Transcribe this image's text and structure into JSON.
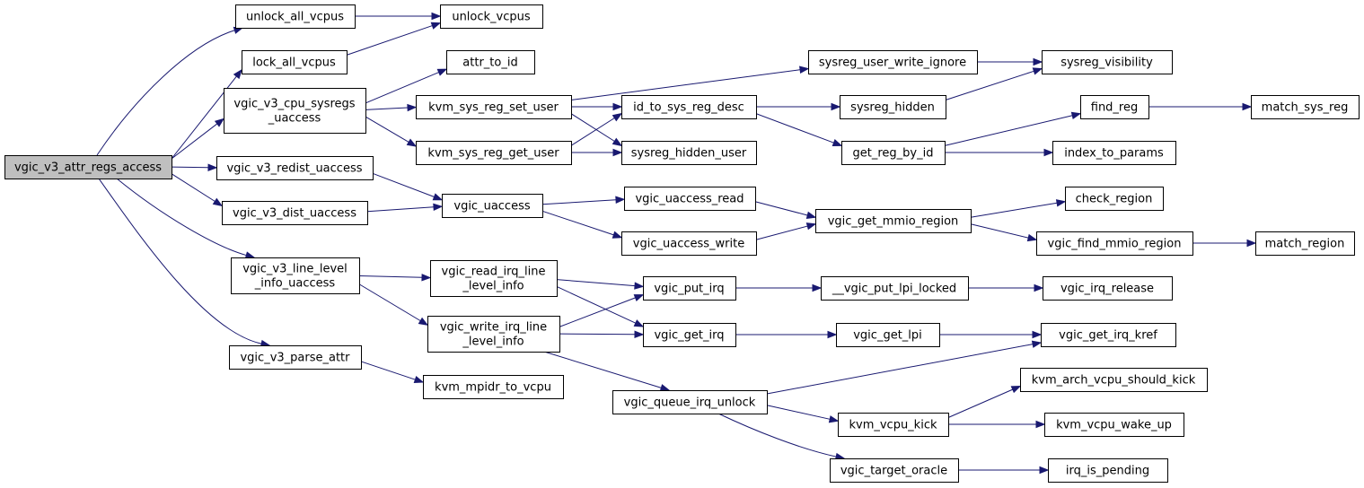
{
  "graph": {
    "edge_color": "#191970",
    "root_fill": "#bfbfbf",
    "node_fill": "#ffffff",
    "nodes": [
      {
        "id": "root",
        "lines": [
          "vgic_v3_attr_regs_access"
        ],
        "root": true
      },
      {
        "id": "unlock_all_vcpus",
        "lines": [
          "unlock_all_vcpus"
        ]
      },
      {
        "id": "unlock_vcpus",
        "lines": [
          "unlock_vcpus"
        ]
      },
      {
        "id": "lock_all_vcpus",
        "lines": [
          "lock_all_vcpus"
        ]
      },
      {
        "id": "attr_to_id",
        "lines": [
          "attr_to_id"
        ]
      },
      {
        "id": "cpu_sysregs",
        "lines": [
          "vgic_v3_cpu_sysregs",
          "_uaccess"
        ]
      },
      {
        "id": "kvm_sys_reg_set_user",
        "lines": [
          "kvm_sys_reg_set_user"
        ]
      },
      {
        "id": "kvm_sys_reg_get_user",
        "lines": [
          "kvm_sys_reg_get_user"
        ]
      },
      {
        "id": "sysreg_user_write_ignore",
        "lines": [
          "sysreg_user_write_ignore"
        ]
      },
      {
        "id": "sysreg_visibility",
        "lines": [
          "sysreg_visibility"
        ]
      },
      {
        "id": "id_to_sys_reg_desc",
        "lines": [
          "id_to_sys_reg_desc"
        ]
      },
      {
        "id": "sysreg_hidden",
        "lines": [
          "sysreg_hidden"
        ]
      },
      {
        "id": "find_reg",
        "lines": [
          "find_reg"
        ]
      },
      {
        "id": "match_sys_reg",
        "lines": [
          "match_sys_reg"
        ]
      },
      {
        "id": "sysreg_hidden_user",
        "lines": [
          "sysreg_hidden_user"
        ]
      },
      {
        "id": "get_reg_by_id",
        "lines": [
          "get_reg_by_id"
        ]
      },
      {
        "id": "index_to_params",
        "lines": [
          "index_to_params"
        ]
      },
      {
        "id": "redist_uaccess",
        "lines": [
          "vgic_v3_redist_uaccess"
        ]
      },
      {
        "id": "dist_uaccess",
        "lines": [
          "vgic_v3_dist_uaccess"
        ]
      },
      {
        "id": "vgic_uaccess",
        "lines": [
          "vgic_uaccess"
        ]
      },
      {
        "id": "vgic_uaccess_read",
        "lines": [
          "vgic_uaccess_read"
        ]
      },
      {
        "id": "vgic_uaccess_write",
        "lines": [
          "vgic_uaccess_write"
        ]
      },
      {
        "id": "vgic_get_mmio_region",
        "lines": [
          "vgic_get_mmio_region"
        ]
      },
      {
        "id": "check_region",
        "lines": [
          "check_region"
        ]
      },
      {
        "id": "vgic_find_mmio_region",
        "lines": [
          "vgic_find_mmio_region"
        ]
      },
      {
        "id": "match_region",
        "lines": [
          "match_region"
        ]
      },
      {
        "id": "line_level",
        "lines": [
          "vgic_v3_line_level",
          "_info_uaccess"
        ]
      },
      {
        "id": "read_irq_line",
        "lines": [
          "vgic_read_irq_line",
          "_level_info"
        ]
      },
      {
        "id": "write_irq_line",
        "lines": [
          "vgic_write_irq_line",
          "_level_info"
        ]
      },
      {
        "id": "vgic_put_irq",
        "lines": [
          "vgic_put_irq"
        ]
      },
      {
        "id": "put_lpi_locked",
        "lines": [
          "__vgic_put_lpi_locked"
        ]
      },
      {
        "id": "vgic_irq_release",
        "lines": [
          "vgic_irq_release"
        ]
      },
      {
        "id": "vgic_get_irq",
        "lines": [
          "vgic_get_irq"
        ]
      },
      {
        "id": "vgic_get_lpi",
        "lines": [
          "vgic_get_lpi"
        ]
      },
      {
        "id": "vgic_get_irq_kref",
        "lines": [
          "vgic_get_irq_kref"
        ]
      },
      {
        "id": "parse_attr",
        "lines": [
          "vgic_v3_parse_attr"
        ]
      },
      {
        "id": "kvm_mpidr_to_vcpu",
        "lines": [
          "kvm_mpidr_to_vcpu"
        ]
      },
      {
        "id": "queue_irq_unlock",
        "lines": [
          "vgic_queue_irq_unlock"
        ]
      },
      {
        "id": "kvm_arch_vcpu_should_kick",
        "lines": [
          "kvm_arch_vcpu_should_kick"
        ]
      },
      {
        "id": "kvm_vcpu_kick",
        "lines": [
          "kvm_vcpu_kick"
        ]
      },
      {
        "id": "kvm_vcpu_wake_up",
        "lines": [
          "kvm_vcpu_wake_up"
        ]
      },
      {
        "id": "vgic_target_oracle",
        "lines": [
          "vgic_target_oracle"
        ]
      },
      {
        "id": "irq_is_pending",
        "lines": [
          "irq_is_pending"
        ]
      }
    ],
    "edges": [
      [
        "root",
        "unlock_all_vcpus"
      ],
      [
        "root",
        "lock_all_vcpus"
      ],
      [
        "root",
        "cpu_sysregs"
      ],
      [
        "root",
        "redist_uaccess"
      ],
      [
        "root",
        "dist_uaccess"
      ],
      [
        "root",
        "line_level"
      ],
      [
        "root",
        "parse_attr"
      ],
      [
        "unlock_all_vcpus",
        "unlock_vcpus"
      ],
      [
        "lock_all_vcpus",
        "unlock_vcpus"
      ],
      [
        "cpu_sysregs",
        "attr_to_id"
      ],
      [
        "cpu_sysregs",
        "kvm_sys_reg_set_user"
      ],
      [
        "cpu_sysregs",
        "kvm_sys_reg_get_user"
      ],
      [
        "kvm_sys_reg_set_user",
        "sysreg_user_write_ignore"
      ],
      [
        "kvm_sys_reg_set_user",
        "id_to_sys_reg_desc"
      ],
      [
        "kvm_sys_reg_set_user",
        "sysreg_hidden_user"
      ],
      [
        "kvm_sys_reg_get_user",
        "id_to_sys_reg_desc"
      ],
      [
        "kvm_sys_reg_get_user",
        "sysreg_hidden_user"
      ],
      [
        "sysreg_user_write_ignore",
        "sysreg_visibility"
      ],
      [
        "id_to_sys_reg_desc",
        "sysreg_hidden"
      ],
      [
        "id_to_sys_reg_desc",
        "get_reg_by_id"
      ],
      [
        "sysreg_hidden",
        "sysreg_visibility"
      ],
      [
        "get_reg_by_id",
        "find_reg"
      ],
      [
        "get_reg_by_id",
        "index_to_params"
      ],
      [
        "find_reg",
        "match_sys_reg"
      ],
      [
        "redist_uaccess",
        "vgic_uaccess"
      ],
      [
        "dist_uaccess",
        "vgic_uaccess"
      ],
      [
        "vgic_uaccess",
        "vgic_uaccess_read"
      ],
      [
        "vgic_uaccess",
        "vgic_uaccess_write"
      ],
      [
        "vgic_uaccess_read",
        "vgic_get_mmio_region"
      ],
      [
        "vgic_uaccess_write",
        "vgic_get_mmio_region"
      ],
      [
        "vgic_get_mmio_region",
        "check_region"
      ],
      [
        "vgic_get_mmio_region",
        "vgic_find_mmio_region"
      ],
      [
        "vgic_find_mmio_region",
        "match_region"
      ],
      [
        "line_level",
        "read_irq_line"
      ],
      [
        "line_level",
        "write_irq_line"
      ],
      [
        "read_irq_line",
        "vgic_put_irq"
      ],
      [
        "read_irq_line",
        "vgic_get_irq"
      ],
      [
        "write_irq_line",
        "vgic_put_irq"
      ],
      [
        "write_irq_line",
        "vgic_get_irq"
      ],
      [
        "write_irq_line",
        "queue_irq_unlock"
      ],
      [
        "vgic_put_irq",
        "put_lpi_locked"
      ],
      [
        "put_lpi_locked",
        "vgic_irq_release"
      ],
      [
        "vgic_get_irq",
        "vgic_get_lpi"
      ],
      [
        "vgic_get_lpi",
        "vgic_get_irq_kref"
      ],
      [
        "parse_attr",
        "kvm_mpidr_to_vcpu"
      ],
      [
        "queue_irq_unlock",
        "vgic_get_irq_kref"
      ],
      [
        "queue_irq_unlock",
        "kvm_vcpu_kick"
      ],
      [
        "queue_irq_unlock",
        "vgic_target_oracle"
      ],
      [
        "kvm_vcpu_kick",
        "kvm_arch_vcpu_should_kick"
      ],
      [
        "kvm_vcpu_kick",
        "kvm_vcpu_wake_up"
      ],
      [
        "vgic_target_oracle",
        "irq_is_pending"
      ]
    ]
  }
}
